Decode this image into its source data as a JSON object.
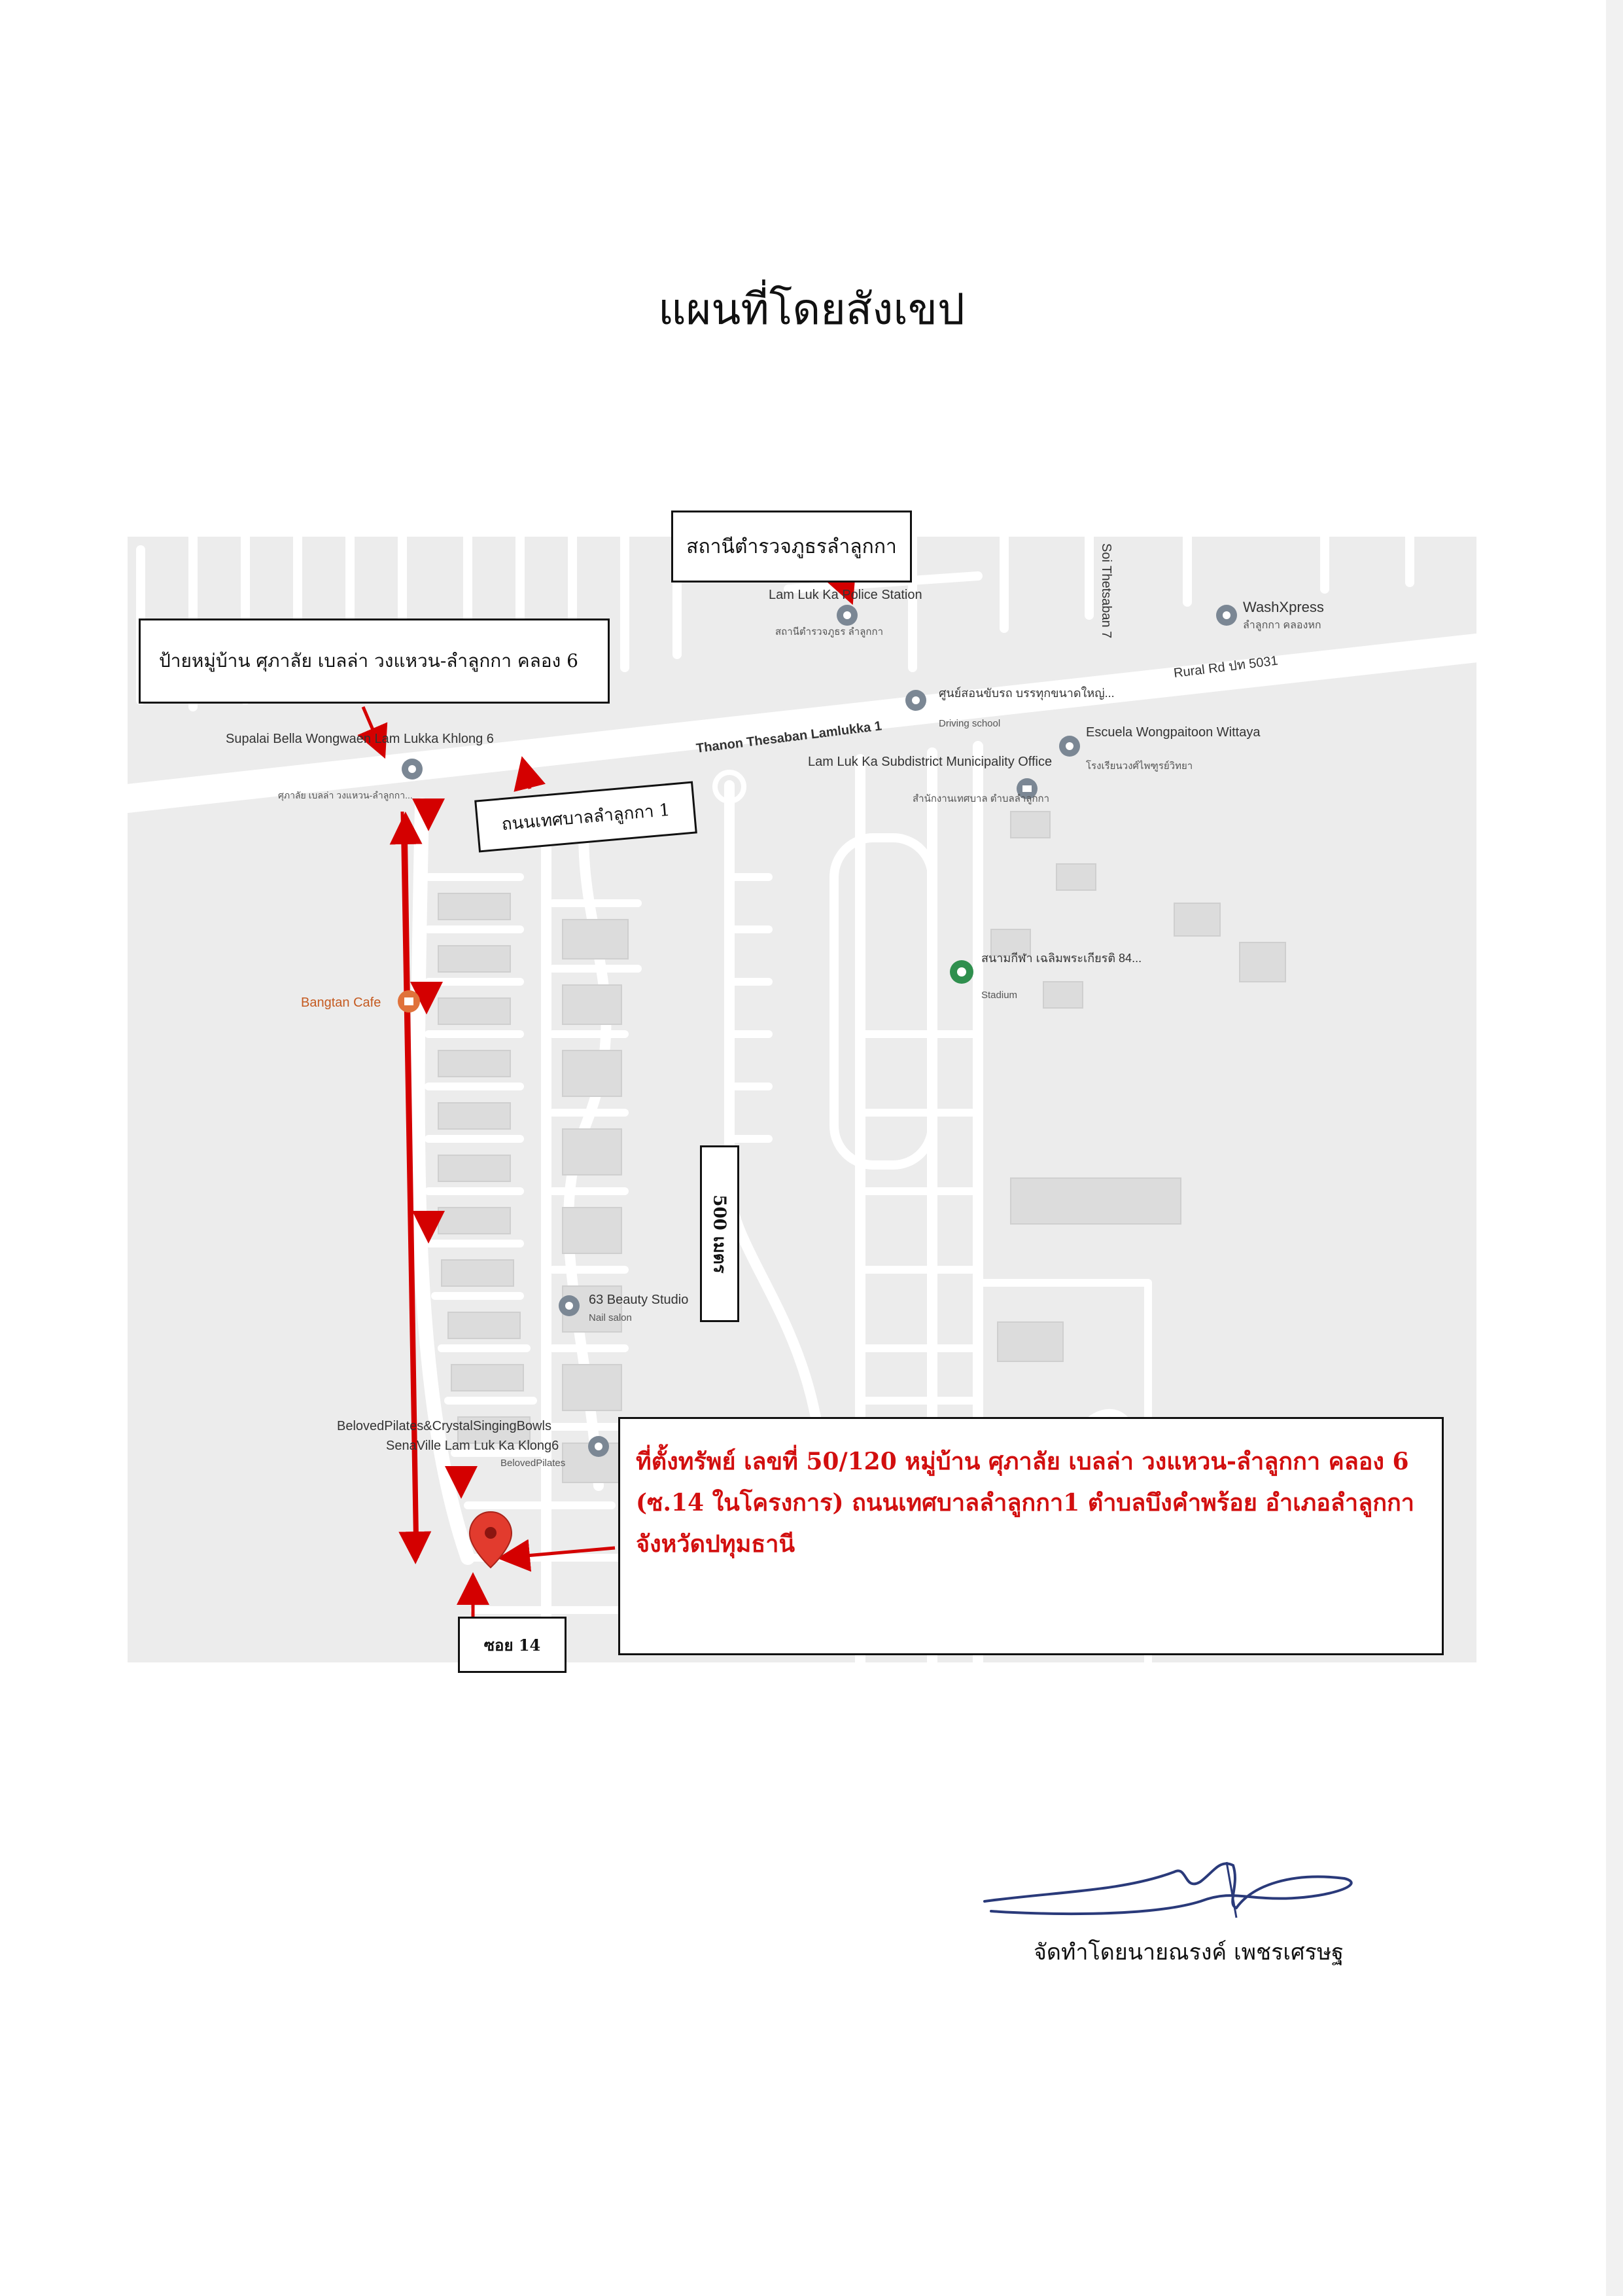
{
  "page_title": "แผนที่โดยสังเขป",
  "callouts": {
    "police": "สถานีตำรวจภูธรลำลูกกา",
    "village": "ป้ายหมู่บ้าน ศุภาลัย เบลล่า วงแหวน-ลำลูกกา คลอง 6",
    "road": "ถนนเทศบาลลำลูกกา 1",
    "soi": "ซอย 14",
    "distance": "500 เมตร",
    "property_lines": [
      "ที่ตั้งทรัพย์ เลขที่ 50/120 หมู่บ้าน ศุภาลัย เบลล่า วงแหวน-ลำลูกกา คลอง 6",
      "(ซ.14 ในโครงการ) ถนนเทศบาลลำลูกกา1 ตำบลบึงคำพร้อย อำเภอลำลูกกา",
      "จังหวัดปทุมธานี"
    ]
  },
  "map_labels": {
    "police_station_en": "Lam Luk Ka Police Station",
    "police_station_th": "สถานีตำรวจภูธร ลำลูกกา",
    "soi_thetsaban": "Soi Thetsaban 7",
    "washxpress": "WashXpress",
    "washxpress_th": "ลำลูกกา คลองหก",
    "rural_rd": "Rural Rd ปท 5031",
    "main_road": "Thanon Thesaban Lamlukka 1",
    "driving_school_th": "ศูนย์สอนขับรถ บรรทุกขนาดใหญ่...",
    "driving_school_en": "Driving school",
    "escuela": "Escuela Wongpaitoon Wittaya",
    "escuela_th": "โรงเรียนวงศ์ไพฑูรย์วิทยา",
    "municipality": "Lam Luk Ka Subdistrict Municipality Office",
    "municipality_th": "สำนักงานเทศบาล ตำบลลำลูกกา",
    "supalai": "Supalai Bella Wongwaen Lam Lukka Khlong 6",
    "supalai_th": "ศุภาลัย เบลล่า วงแหวน-ลำลูกกา...",
    "stadium_th": "สนามกีฬา เฉลิมพระเกียรติ 84...",
    "stadium_en": "Stadium",
    "bangtan": "Bangtan Cafe",
    "beauty": "63 Beauty Studio",
    "beauty_sub": "Nail salon",
    "pilates": "BelovedPilates&CrystalSingingBowls",
    "senaville": "SenaVille Lam Luk Ka Klong6",
    "pilates_sub": "BelovedPilates"
  },
  "signer": "จัดทำโดยนายณรงค์ เพชรเศรษฐ",
  "colors": {
    "road": "#ffffff",
    "land": "#ececec",
    "block": "#dcdcdc",
    "route": "#d40000",
    "pin": "#e23b2e"
  }
}
